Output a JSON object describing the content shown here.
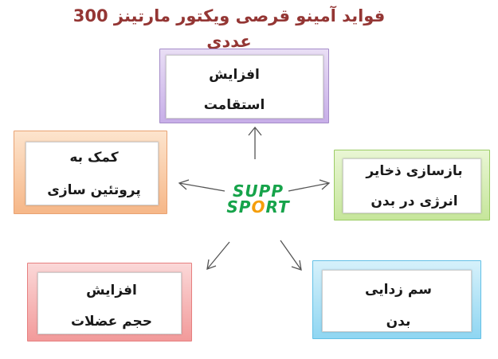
{
  "title": "فواید آمینو قرصی ویکتور مارتینز 300 عددی",
  "center_logo": {
    "top": "SUPP",
    "bottom_before": "SP",
    "bottom_o": "O",
    "bottom_after": "RT"
  },
  "boxes": {
    "top": {
      "line1": "افزایش",
      "line2": "استقامت"
    },
    "left": {
      "line1": "کمک به",
      "line2": "پروتئین سازی"
    },
    "right": {
      "line1": "بازسازی ذخایر",
      "line2": "انرژی در بدن"
    },
    "bottom_left": {
      "line1": "افزایش",
      "line2": "حجم عضلات"
    },
    "bottom_right": {
      "line1": "سم زدایی",
      "line2": "بدن"
    }
  },
  "colors": {
    "title": "#943634",
    "purple": "#c7aee8",
    "orange": "#f6b788",
    "green": "#c6e69b",
    "pink": "#f29a9a",
    "blue": "#8fd6f2",
    "logo_green": "#16a34a",
    "logo_orange": "#f59e0b"
  }
}
